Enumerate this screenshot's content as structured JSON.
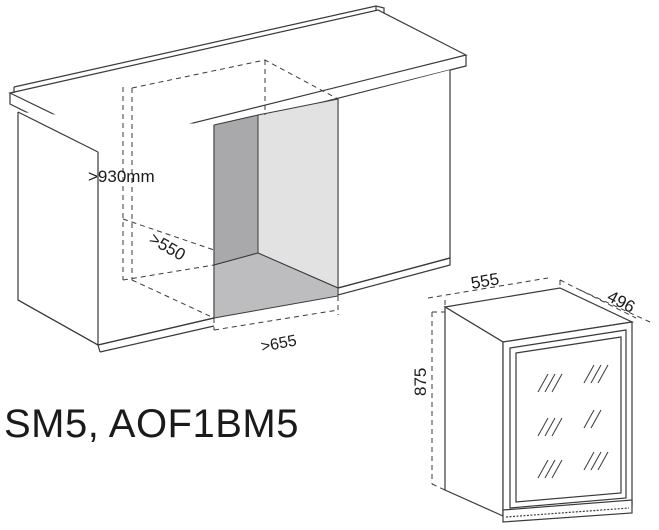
{
  "installation": {
    "height_label": ">930mm",
    "depth_label": ">550",
    "width_label": ">655"
  },
  "appliance": {
    "width_label": "555",
    "depth_label": "496",
    "height_label": "875"
  },
  "model_text": "SM5, AOF1BM5",
  "colors": {
    "line": "#3a3a3a",
    "shade_dark": "#a9a9ab",
    "shade_light": "#e2e2e2",
    "floor": "#bdbdbf"
  }
}
